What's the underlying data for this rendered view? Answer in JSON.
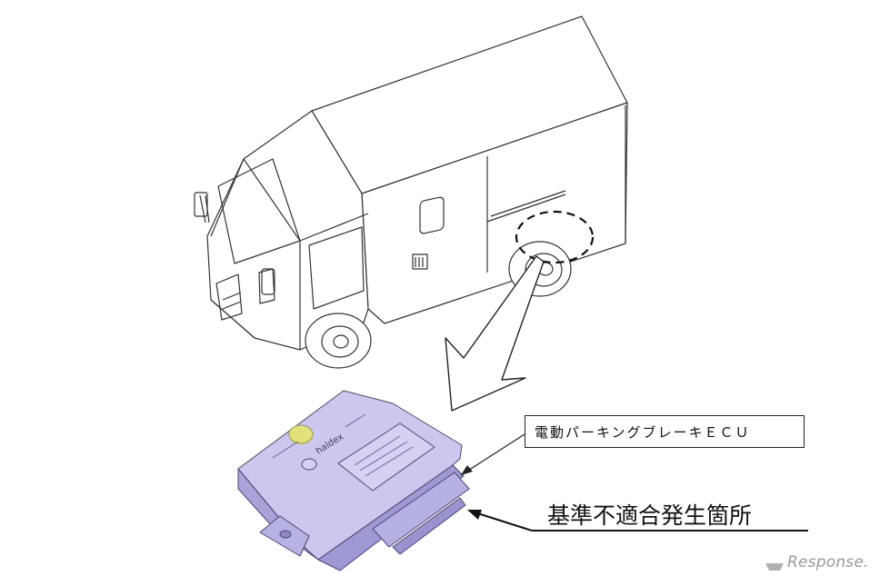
{
  "labels": {
    "ecu_name": "電動パーキングブレーキＥＣＵ",
    "defect_location": "基準不適合発生箇所"
  },
  "ecu_device": {
    "brand_text": "haldex",
    "colors": {
      "body": "#c9c5ec",
      "body_shadow": "#9e98d4",
      "label_dot": "#e2e27a"
    }
  },
  "watermark": {
    "text": "Response."
  }
}
